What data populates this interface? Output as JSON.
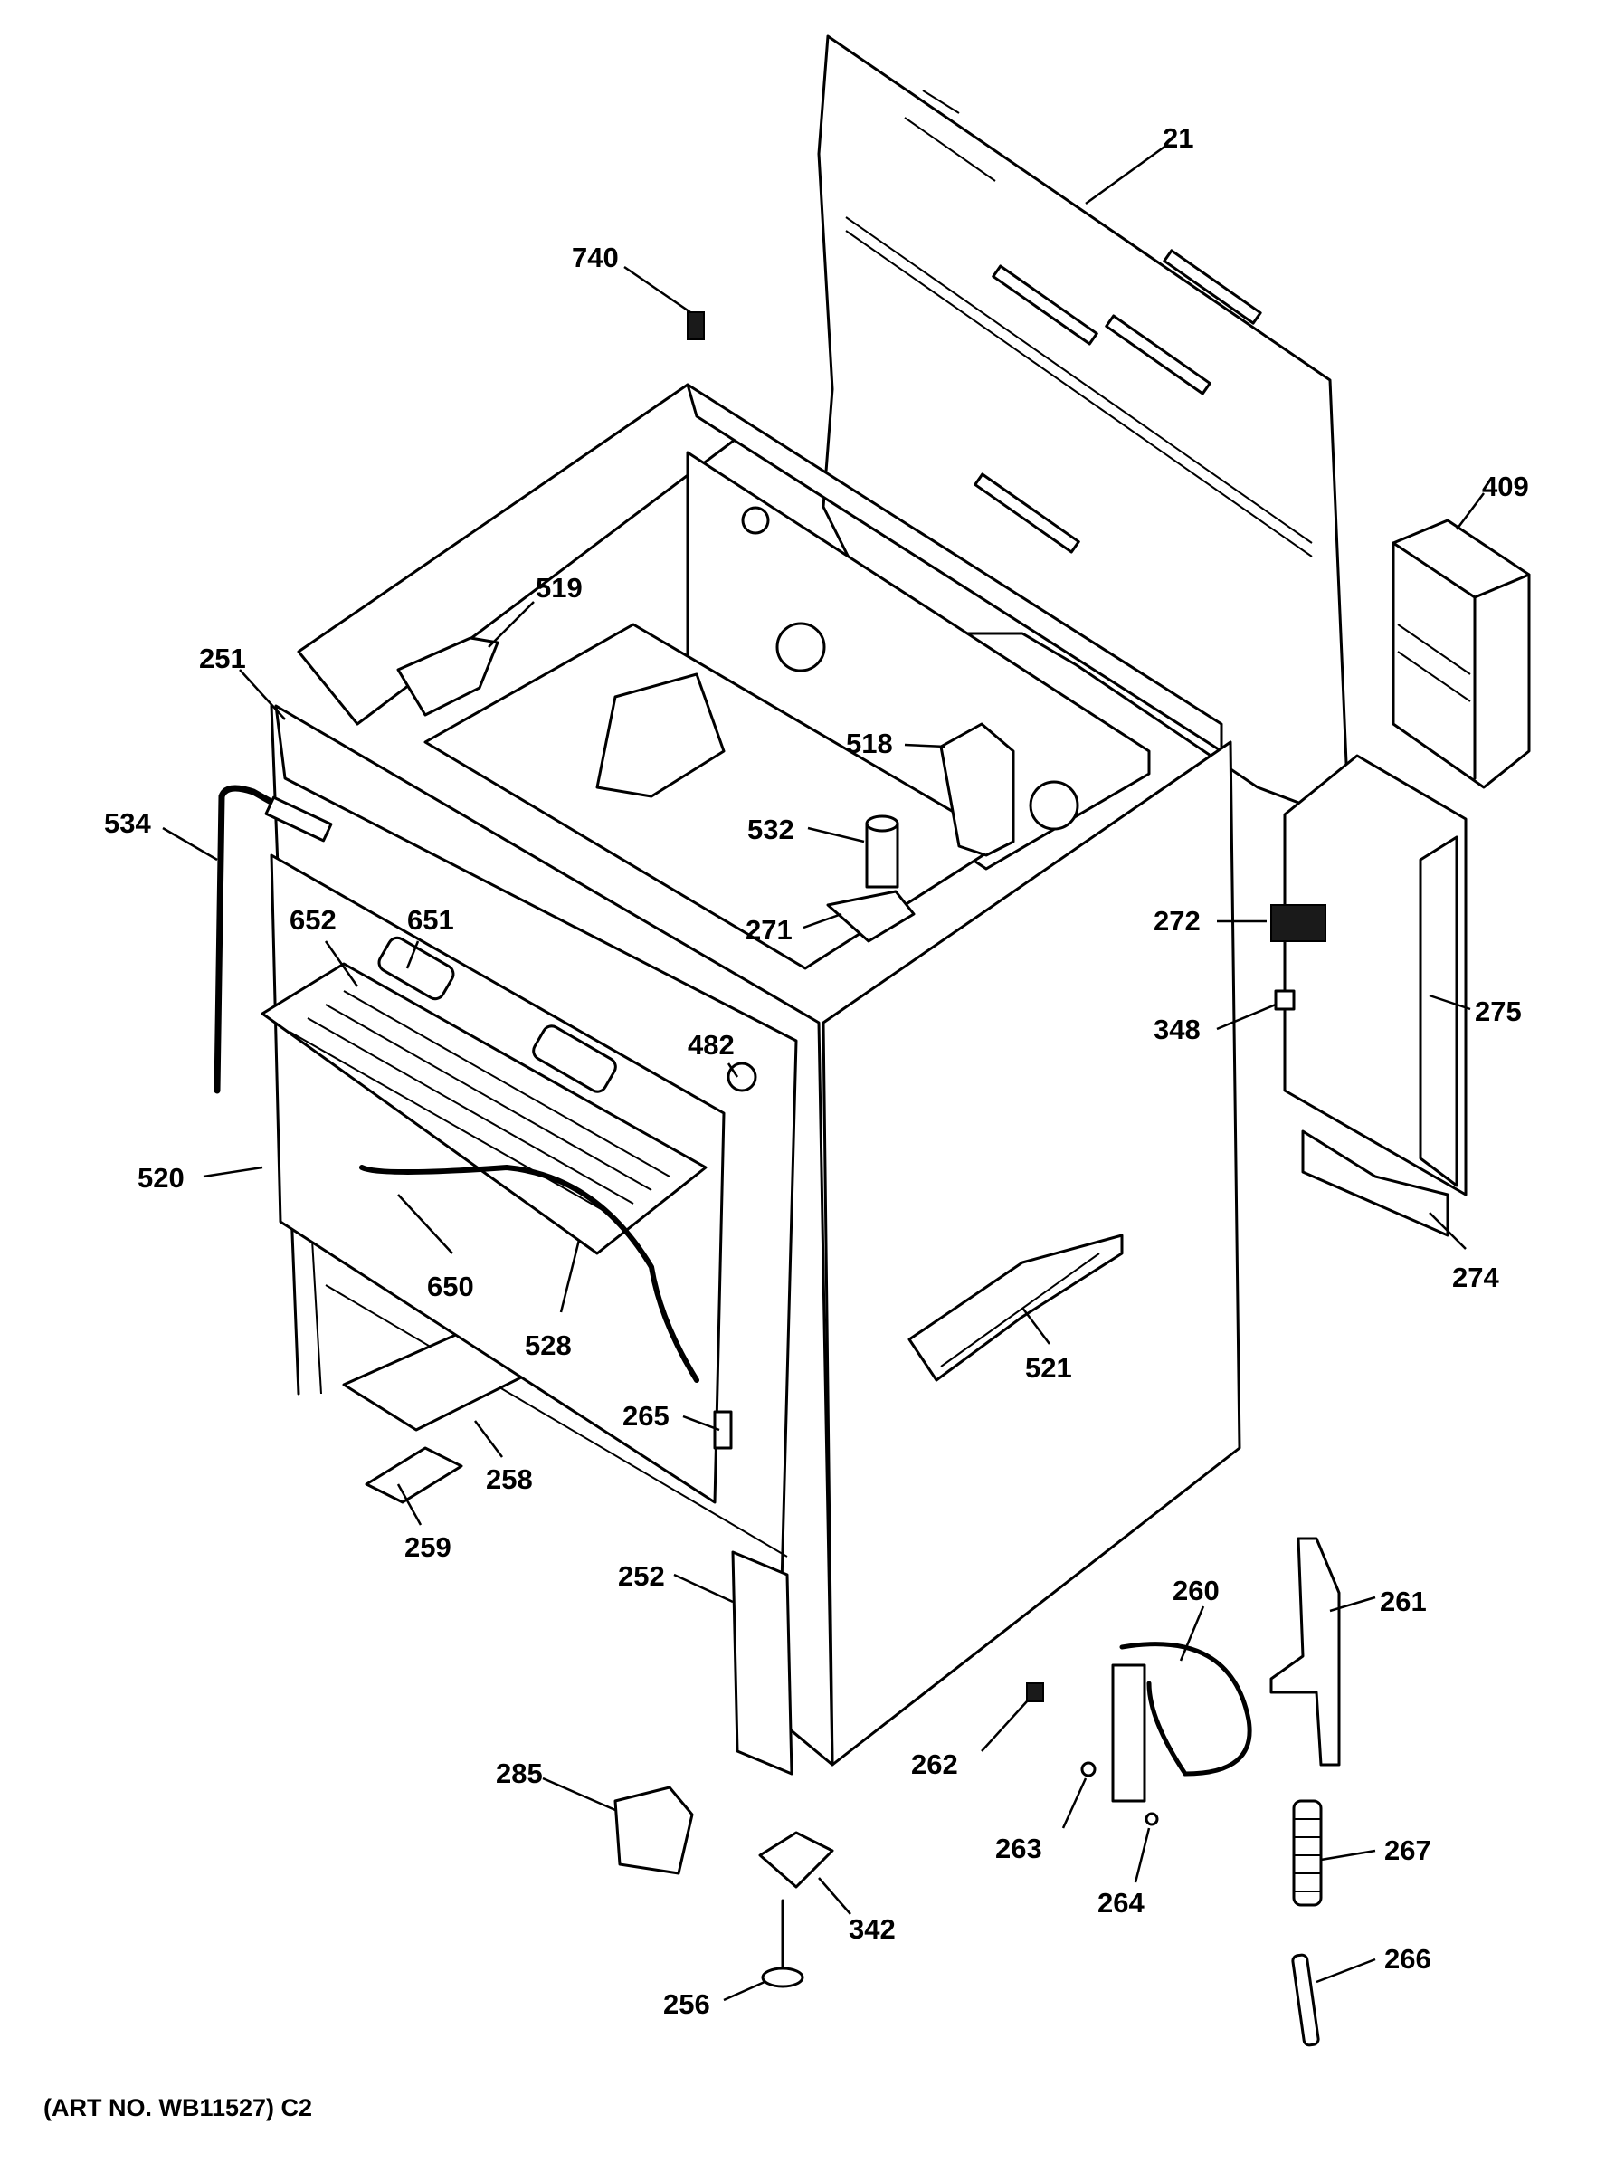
{
  "colors": {
    "ink": "#000000",
    "paper": "#ffffff"
  },
  "caption": "(ART NO. WB11527) C2",
  "parts": [
    {
      "id": "21",
      "label": "21"
    },
    {
      "id": "740",
      "label": "740"
    },
    {
      "id": "409",
      "label": "409"
    },
    {
      "id": "519",
      "label": "519"
    },
    {
      "id": "251",
      "label": "251"
    },
    {
      "id": "518",
      "label": "518"
    },
    {
      "id": "534",
      "label": "534"
    },
    {
      "id": "532",
      "label": "532"
    },
    {
      "id": "652",
      "label": "652"
    },
    {
      "id": "651",
      "label": "651"
    },
    {
      "id": "271",
      "label": "271"
    },
    {
      "id": "272",
      "label": "272"
    },
    {
      "id": "275",
      "label": "275"
    },
    {
      "id": "348",
      "label": "348"
    },
    {
      "id": "482",
      "label": "482"
    },
    {
      "id": "520",
      "label": "520"
    },
    {
      "id": "274",
      "label": "274"
    },
    {
      "id": "650",
      "label": "650"
    },
    {
      "id": "528",
      "label": "528"
    },
    {
      "id": "521",
      "label": "521"
    },
    {
      "id": "265",
      "label": "265"
    },
    {
      "id": "258",
      "label": "258"
    },
    {
      "id": "259",
      "label": "259"
    },
    {
      "id": "252",
      "label": "252"
    },
    {
      "id": "260",
      "label": "260"
    },
    {
      "id": "261",
      "label": "261"
    },
    {
      "id": "285",
      "label": "285"
    },
    {
      "id": "262",
      "label": "262"
    },
    {
      "id": "263",
      "label": "263"
    },
    {
      "id": "267",
      "label": "267"
    },
    {
      "id": "264",
      "label": "264"
    },
    {
      "id": "342",
      "label": "342"
    },
    {
      "id": "266",
      "label": "266"
    },
    {
      "id": "256",
      "label": "256"
    }
  ]
}
